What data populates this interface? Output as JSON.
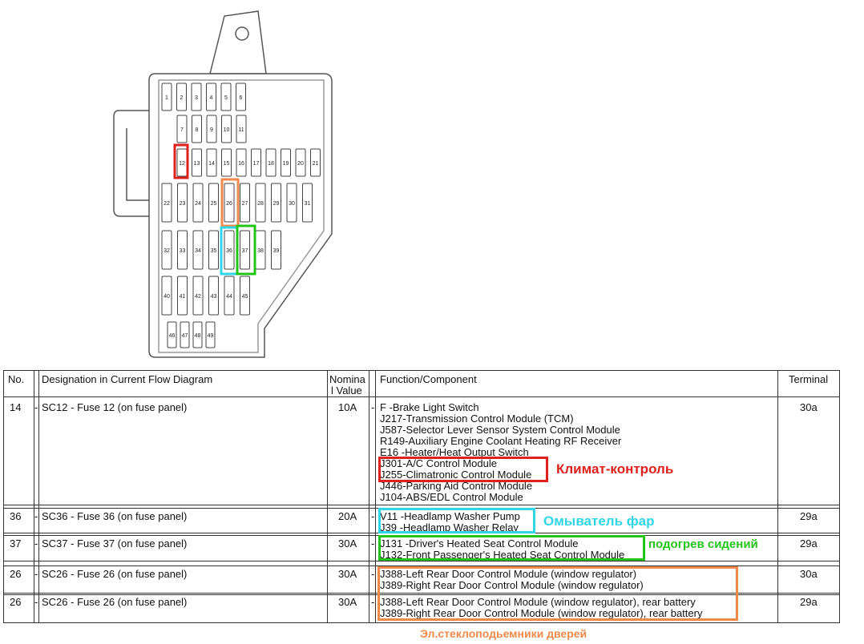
{
  "fuse_numbers": [
    "1",
    "2",
    "3",
    "4",
    "5",
    "6",
    "7",
    "8",
    "9",
    "10",
    "11",
    "12",
    "13",
    "14",
    "15",
    "16",
    "17",
    "18",
    "19",
    "20",
    "21",
    "22",
    "23",
    "24",
    "25",
    "26",
    "27",
    "28",
    "29",
    "30",
    "31",
    "32",
    "33",
    "34",
    "35",
    "36",
    "37",
    "38",
    "39",
    "40",
    "41",
    "42",
    "43",
    "44",
    "45",
    "46",
    "47",
    "48",
    "49"
  ],
  "table": {
    "headers": {
      "no": "No.",
      "designation": "Designation in Current Flow Diagram",
      "nominal_1": "Nomina",
      "nominal_2": "l Value",
      "function": "Function/Component",
      "terminal": "Terminal"
    },
    "dash": "-",
    "rows": [
      {
        "no": "14",
        "designation": "SC12 - Fuse 12 (on fuse panel)",
        "value": "10A",
        "functions": [
          "F -Brake Light Switch",
          "J217-Transmission Control Module (TCM)",
          "J587-Selector Lever Sensor System Control Module",
          "R149-Auxiliary Engine Coolant Heating RF Receiver",
          "E16 -Heater/Heat Output Switch",
          "J301-A/C Control Module",
          "J255-Climatronic Control Module",
          "J446-Parking Aid Control Module",
          "J104-ABS/EDL Control Module"
        ],
        "terminal": "30a"
      },
      {
        "no": "36",
        "designation": "SC36 - Fuse 36 (on fuse panel)",
        "value": "20A",
        "functions": [
          "V11 -Headlamp Washer Pump",
          "J39 -Headlamp Washer Relay"
        ],
        "terminal": "29a"
      },
      {
        "no": "37",
        "designation": "SC37 - Fuse 37 (on fuse panel)",
        "value": "30A",
        "functions": [
          "J131 -Driver's Heated Seat Control Module",
          "J132-Front Passenger's Heated Seat Control Module"
        ],
        "terminal": "29a"
      },
      {
        "no": "26",
        "designation": "SC26 - Fuse 26 (on fuse panel)",
        "value": "30A",
        "functions": [
          "J388-Left Rear Door Control Module (window regulator)",
          "J389-Right Rear Door Control Module (window regulator)"
        ],
        "terminal": "30a"
      },
      {
        "no": "26",
        "designation": "SC26 - Fuse 26 (on fuse panel)",
        "value": "30A",
        "functions": [
          "J388-Left Rear Door Control Module (window regulator), rear battery",
          "J389-Right Rear Door Control Module (window regulator), rear battery"
        ],
        "terminal": "29a"
      }
    ]
  },
  "annotations": {
    "climate": {
      "text": "Климат-контроль",
      "color": "#e0201c"
    },
    "washer": {
      "text": "Омыватель фар",
      "color": "#2fd6e8"
    },
    "seat_heat": {
      "text": "подогрев сидений",
      "color": "#22c41a"
    },
    "windows": {
      "text": "Эл.стеклоподьемники дверей",
      "color": "#f08a4b"
    }
  }
}
